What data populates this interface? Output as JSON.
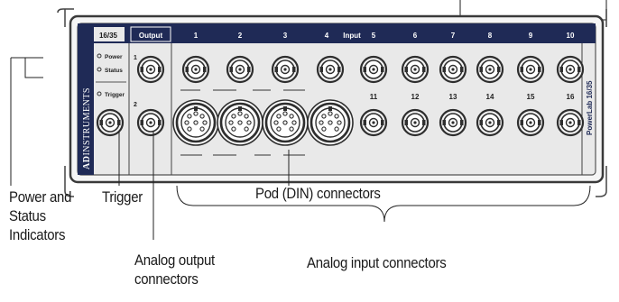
{
  "device": {
    "model_short": "16/35",
    "model_full": "PowerLab 16/35",
    "brand_bold": "AD",
    "brand_rest": "INSTRUMENTS",
    "indicators": {
      "power": "Power",
      "status": "Status",
      "trigger": "Trigger"
    },
    "output": {
      "header": "Output",
      "channels": [
        "1",
        "2"
      ]
    },
    "input": {
      "header": "Input",
      "top_row": [
        "1",
        "2",
        "3",
        "4",
        "5",
        "6",
        "7",
        "8",
        "9",
        "10"
      ],
      "bottom_row": [
        "11",
        "12",
        "13",
        "14",
        "15",
        "16"
      ]
    },
    "colors": {
      "panel": "#e9e9e9",
      "header_band": "#1f2a56",
      "label_strip": "#1f2a56",
      "connector": "#3a3a3a"
    }
  },
  "callouts": {
    "power_status": [
      "Power and",
      "Status",
      "Indicators"
    ],
    "trigger": "Trigger",
    "pod": "Pod (DIN) connectors",
    "analog_output": [
      "Analog output",
      "connectors"
    ],
    "analog_input": "Analog input connectors"
  }
}
